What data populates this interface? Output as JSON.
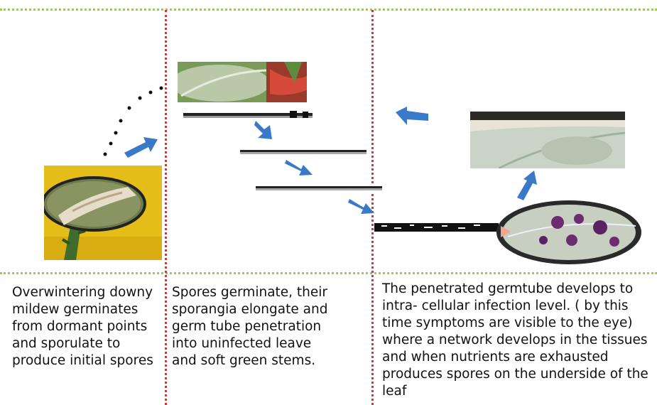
{
  "panels": [
    {
      "caption": "Overwintering downy\nmildew germinates\nfrom dormant points\nand sporulate to\nproduce initial spores"
    },
    {
      "caption": "Spores germinate, their\nsporangia elongate and\ngerm tube penetration\ninto uninfected leave\nand soft green stems."
    },
    {
      "caption": "The  penetrated germtube develops to\nintra- cellular infection level. ( by this\ntime symptoms are visible to the eye)\nwhere a network develops in the tissues\nand when nutrients are exhausted\nproduces spores on the underside of the\nleaf"
    }
  ],
  "colors": {
    "arrow": "#3a78c8",
    "divider_vertical": "#e03030",
    "divider_horizontal": "#9acd4a",
    "photo_yellow": "#e8c21a",
    "leaf_green": "#4e8a3a",
    "lesion_purple": "#6b2d6e"
  },
  "icons": [
    "blue-arrow-icon",
    "magnifier-lens-icon"
  ]
}
